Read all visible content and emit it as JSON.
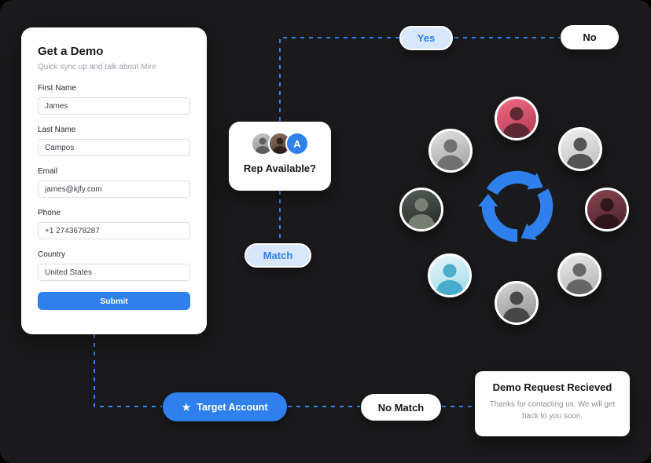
{
  "canvas": {
    "background": "#1a1a1c"
  },
  "colors": {
    "accent": "#2f80ed",
    "line_blue": "#2f80ed",
    "pill_light_bg": "#d9e7fd",
    "pill_light_text": "#2f80ed"
  },
  "form": {
    "title": "Get a Demo",
    "subtitle": "Quick sync up and talk about Mire",
    "fields": [
      {
        "label": "First Name",
        "value": "James"
      },
      {
        "label": "Last Name",
        "value": "Campos"
      },
      {
        "label": "Email",
        "value": "james@kjfy.com"
      },
      {
        "label": "Phone",
        "value": "+1 2743678287"
      },
      {
        "label": "Country",
        "value": "United States"
      }
    ],
    "submit_label": "Submit"
  },
  "rep_card": {
    "title": "Rep Available?",
    "badge_letter": "A",
    "avatars": [
      {
        "bg": "linear-gradient(160deg,#c9c9c9,#8a8a8a)",
        "fg": "#585858"
      },
      {
        "bg": "linear-gradient(160deg,#8a6f60,#4d3a31)",
        "fg": "#2c1f1a"
      }
    ]
  },
  "flow": {
    "yes_label": "Yes",
    "no_label": "No",
    "match_label": "Match",
    "no_match_label": "No Match",
    "target_account_label": "Target Account",
    "star_icon": "★"
  },
  "demo_card": {
    "title": "Demo Request Recieved",
    "body": "Thanks for contacting us. We will get back to you soon."
  },
  "people": [
    {
      "bg": "linear-gradient(160deg,#f06a84,#b03a52)",
      "fg": "#55252f"
    },
    {
      "bg": "linear-gradient(160deg,#e3e3e3,#9f9f9f)",
      "fg": "#6b6b6b"
    },
    {
      "bg": "linear-gradient(160deg,#f0f0f0,#bdbdbd)",
      "fg": "#4a4a4a"
    },
    {
      "bg": "linear-gradient(160deg,#55605a,#20261f)",
      "fg": "#7d8677"
    },
    {
      "bg": "linear-gradient(160deg,#8a4550,#45222b)",
      "fg": "#2b151a"
    },
    {
      "bg": "linear-gradient(160deg,#e8f7fa,#9fd9e8)",
      "fg": "#3fa9c9"
    },
    {
      "bg": "linear-gradient(160deg,#ececec,#b0b0b0)",
      "fg": "#5f5f5f"
    },
    {
      "bg": "linear-gradient(160deg,#d6d6d6,#8f8f8f)",
      "fg": "#3f3f3f"
    }
  ]
}
